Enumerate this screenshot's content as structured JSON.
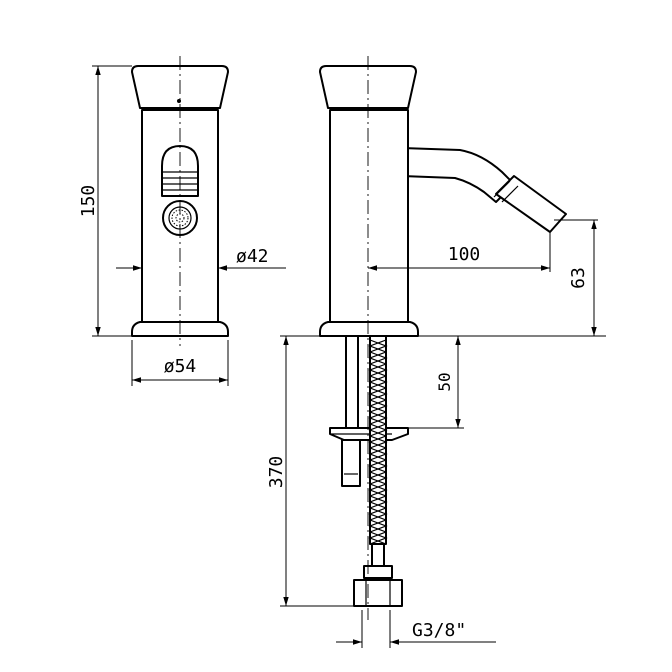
{
  "dimensions": {
    "total_height": "150",
    "body_diameter": "ø42",
    "base_diameter": "ø54",
    "spout_reach": "100",
    "spout_height": "63",
    "thread_length": "50",
    "hose_length": "370",
    "connection": "G3/8\""
  }
}
